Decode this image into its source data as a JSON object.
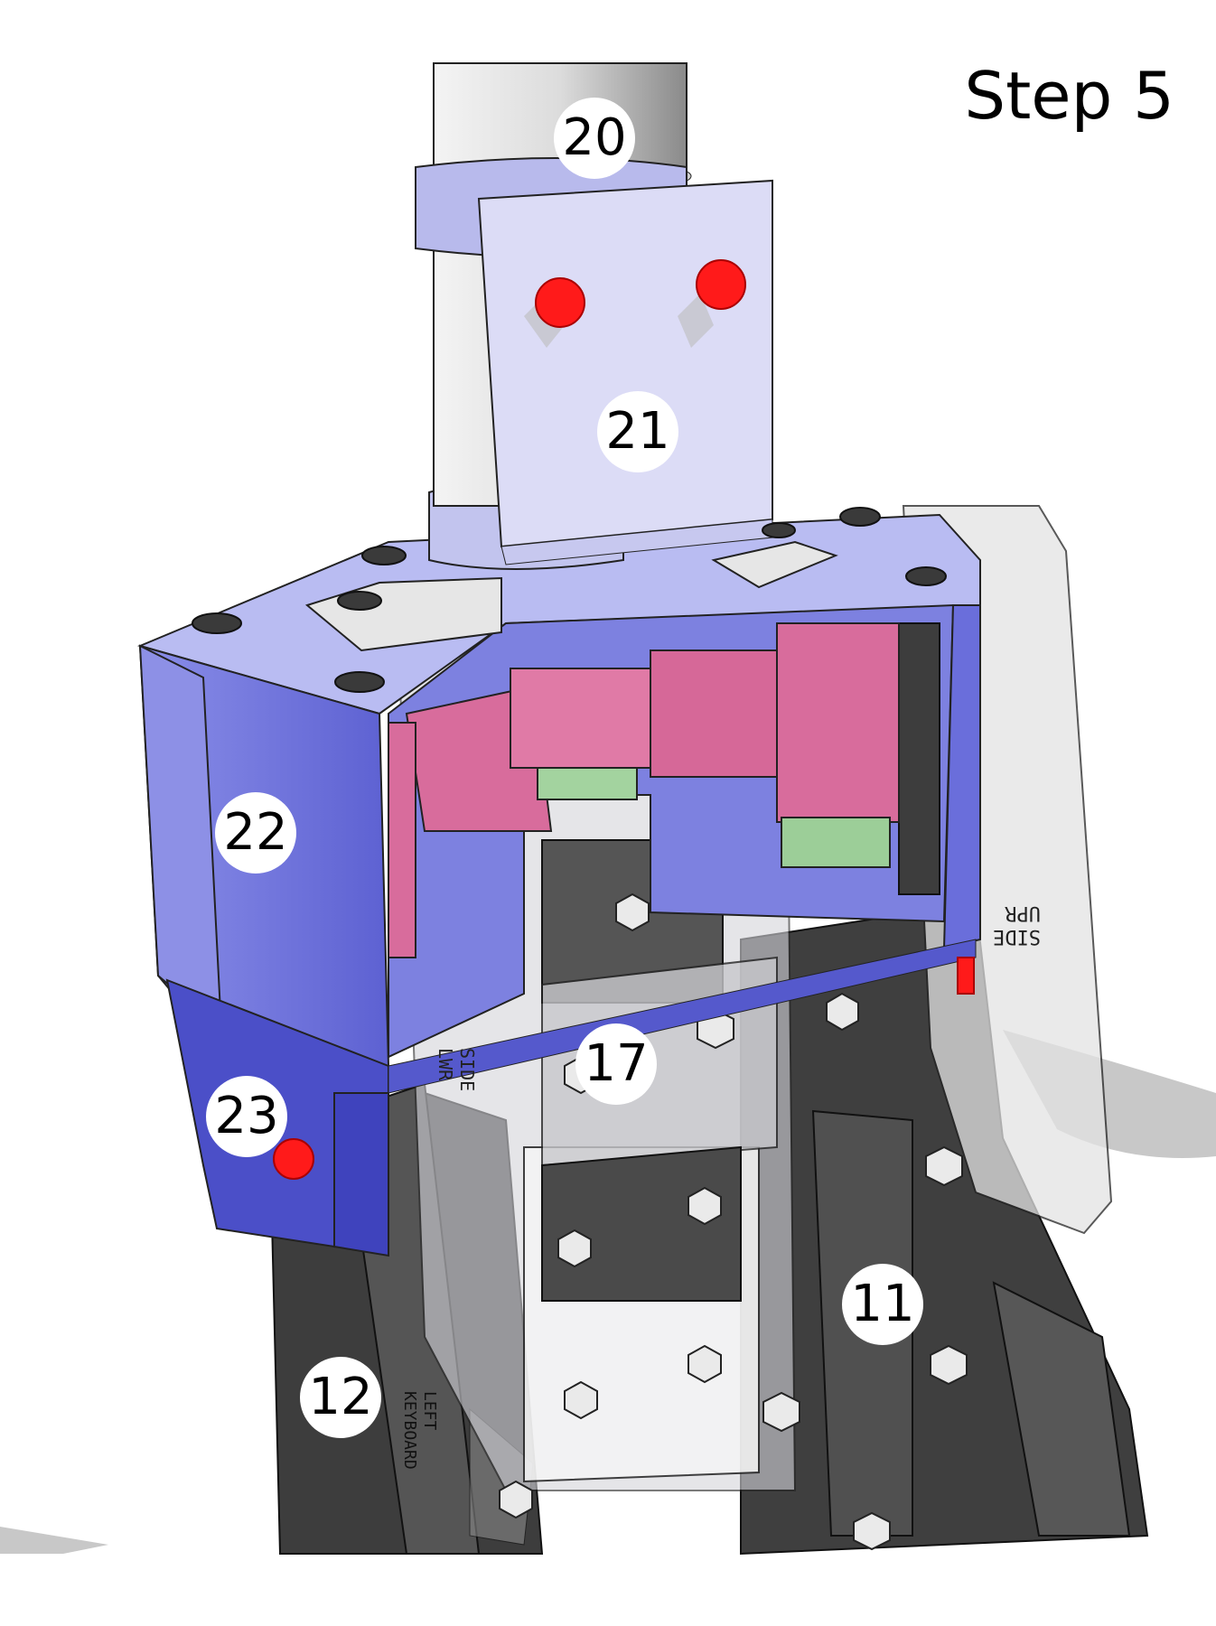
{
  "title": "Step 5",
  "callouts": [
    {
      "id": "c20",
      "label": "20",
      "part": "tube"
    },
    {
      "id": "c21",
      "label": "21",
      "part": "tube-clamp-plate"
    },
    {
      "id": "c22",
      "label": "22",
      "part": "gear-housing"
    },
    {
      "id": "c23",
      "label": "23",
      "part": "housing-lower"
    },
    {
      "id": "c17",
      "label": "17",
      "part": "center-block"
    },
    {
      "id": "c11",
      "label": "11",
      "part": "right-frame"
    },
    {
      "id": "c12",
      "label": "12",
      "part": "left-frame"
    }
  ],
  "engravings": {
    "side_upr_right": "SIDE\nUPR",
    "side_lwr_left": "SIDE\nLWR",
    "left_frame_text": "LEFT\nKEYBOARD"
  },
  "colors": {
    "tube": "#d9d9d9",
    "clamp_plate": "#dcdcf5",
    "housing": "#7b7fe0",
    "housing_dark": "#4b4fc8",
    "gear": "#d76a9a",
    "gear_hub": "#9fd49c",
    "frame_dark": "#3a3a3a",
    "frame_transparent": "#cfcfd4",
    "bolt_red": "#ff1a1a",
    "nut": "#e8e8e8"
  }
}
